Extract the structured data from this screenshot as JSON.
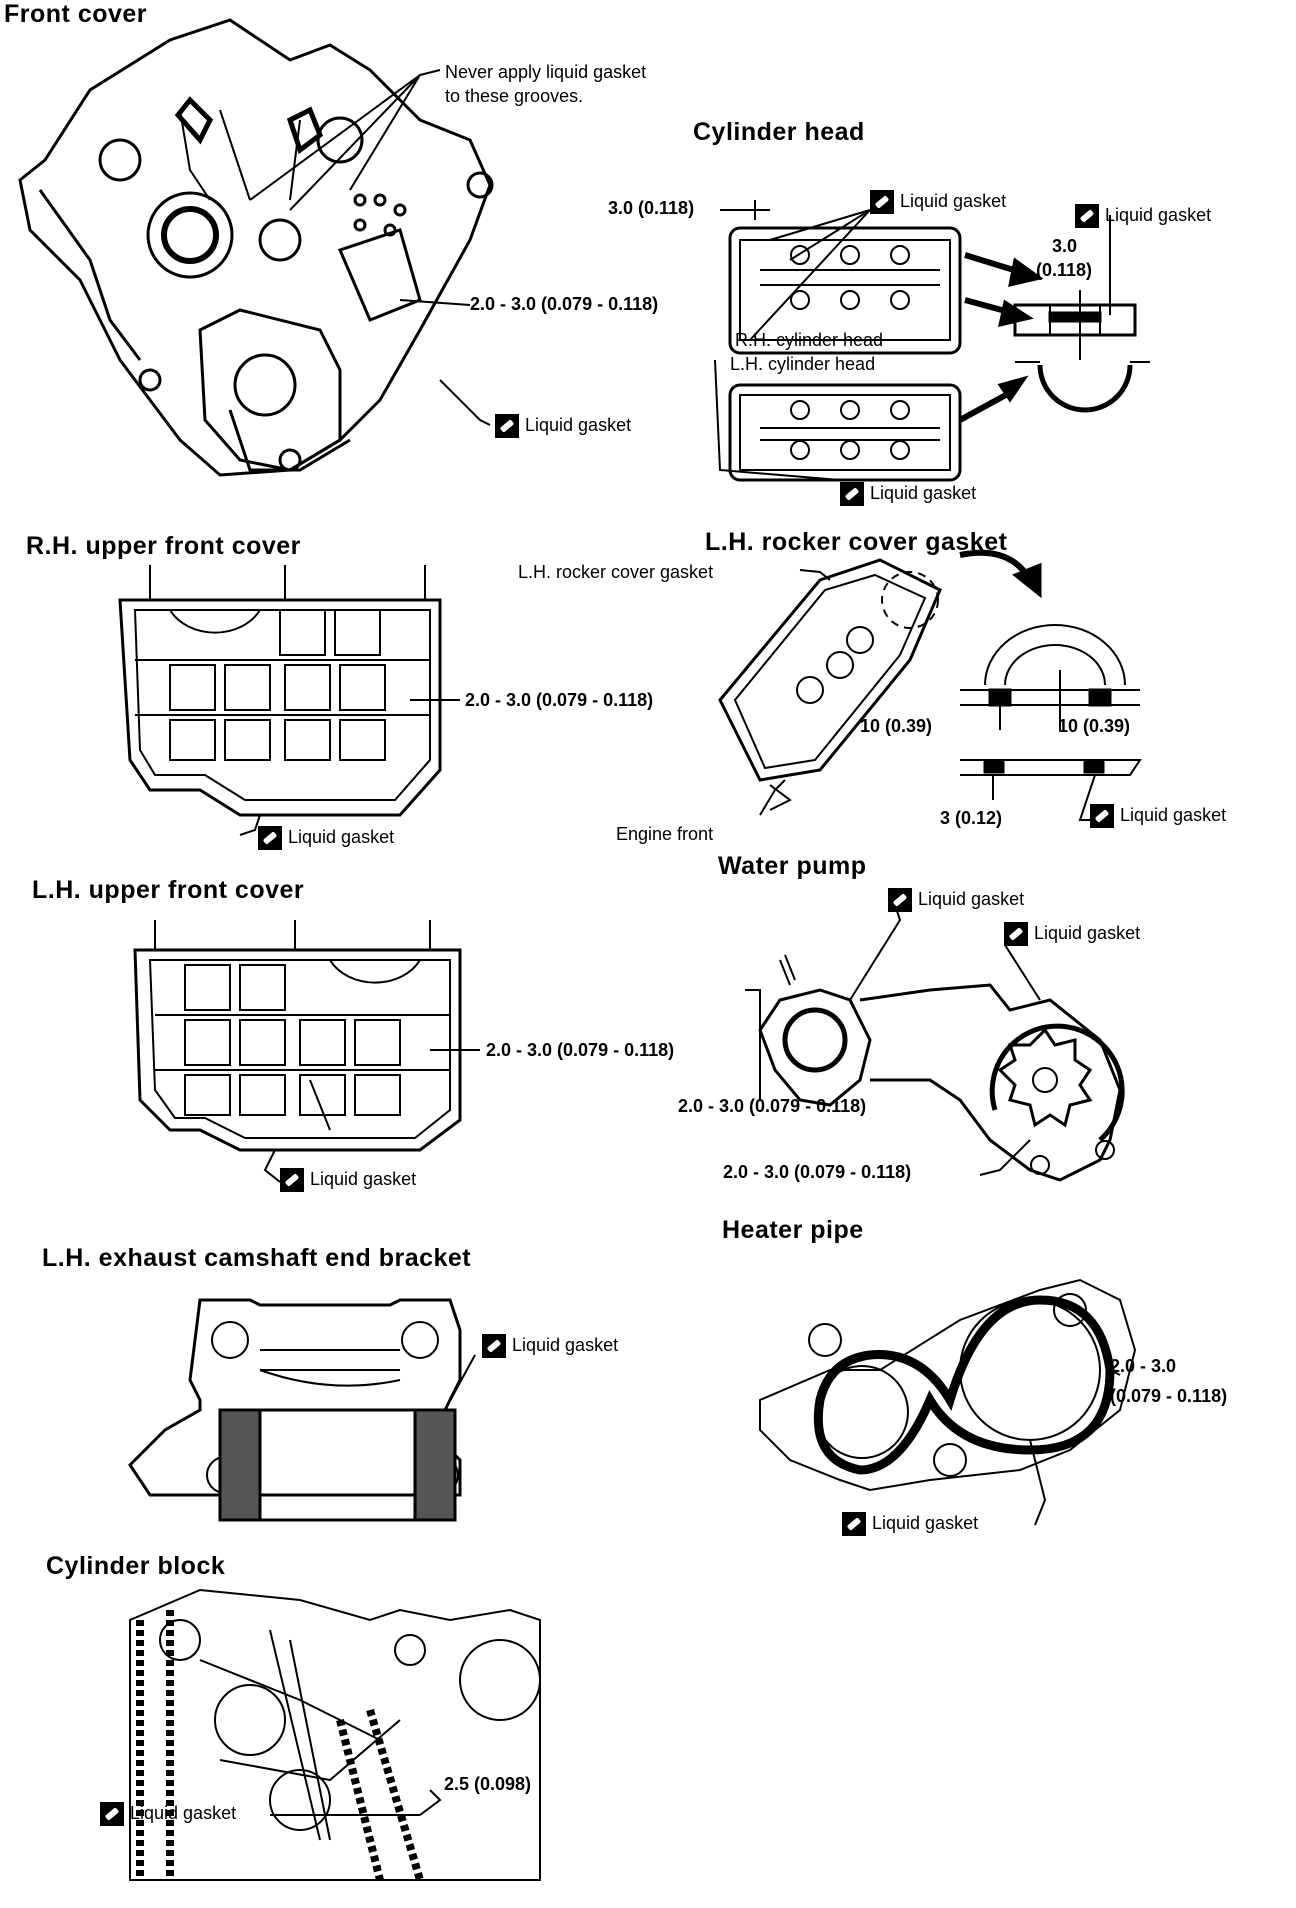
{
  "sections": {
    "front_cover": {
      "title": "Front cover",
      "note": "Never apply liquid gasket\nto these grooves.",
      "dimension": "2.0 - 3.0 (0.079 - 0.118)",
      "gasket": "Liquid gasket"
    },
    "cylinder_head": {
      "title": "Cylinder head",
      "dim_left": "3.0 (0.118)",
      "gasket_a": "Liquid gasket",
      "gasket_b": "Liquid gasket",
      "dim_right_1": "3.0",
      "dim_right_2": "(0.118)",
      "rh_head": "R.H. cylinder head",
      "lh_head": "L.H. cylinder head",
      "gasket_c": "Liquid gasket"
    },
    "rh_upper_front_cover": {
      "title": "R.H. upper front cover",
      "dimension": "2.0 - 3.0 (0.079 - 0.118)",
      "gasket": "Liquid gasket"
    },
    "lh_rocker_cover_gasket": {
      "title": "L.H. rocker cover gasket",
      "part_label": "L.H. rocker cover gasket",
      "dim_a": "10 (0.39)",
      "dim_b": "10 (0.39)",
      "dim_c": "3 (0.12)",
      "gasket": "Liquid gasket",
      "engine_front": "Engine front"
    },
    "lh_upper_front_cover": {
      "title": "L.H. upper front cover",
      "dimension": "2.0 - 3.0 (0.079 - 0.118)",
      "gasket": "Liquid gasket"
    },
    "water_pump": {
      "title": "Water pump",
      "gasket_a": "Liquid gasket",
      "gasket_b": "Liquid gasket",
      "dim_a": "2.0 - 3.0 (0.079 - 0.118)",
      "dim_b": "2.0 - 3.0 (0.079 - 0.118)"
    },
    "lh_exhaust_bracket": {
      "title": "L.H. exhaust camshaft end bracket",
      "gasket": "Liquid gasket"
    },
    "heater_pipe": {
      "title": "Heater pipe",
      "dim_1": "2.0 - 3.0",
      "dim_2": "(0.079 - 0.118)",
      "gasket": "Liquid gasket"
    },
    "cylinder_block": {
      "title": "Cylinder block",
      "gasket": "Liquid gasket",
      "dimension": "2.5 (0.098)"
    }
  },
  "icon": "liquid-gasket-icon"
}
